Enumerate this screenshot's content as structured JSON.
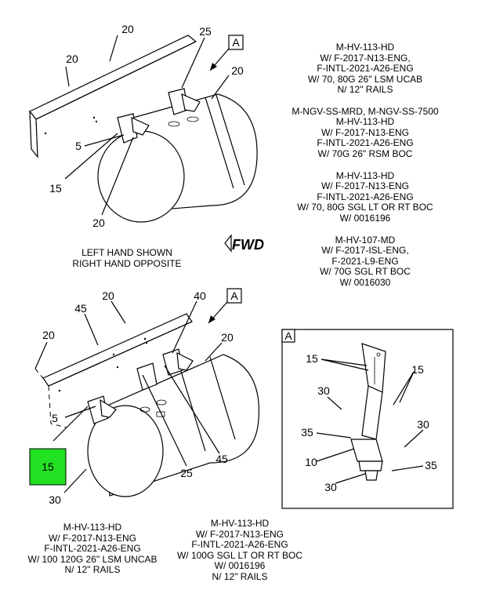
{
  "top_view": {
    "callouts": {
      "c1": "20",
      "c2": "20",
      "c3": "25",
      "c4": "20",
      "c5": "5",
      "c6": "15",
      "c7": "20"
    },
    "detail_ref": "A",
    "orientation_note": [
      "LEFT HAND SHOWN",
      "RIGHT HAND OPPOSITE"
    ],
    "fwd_label": "FWD"
  },
  "bottom_view": {
    "callouts": {
      "c1": "20",
      "c2": "45",
      "c3": "40",
      "c4": "20",
      "c5": "20",
      "c6": "5",
      "c7": "15",
      "c8": "30",
      "c9": "25",
      "c10": "45"
    },
    "detail_ref": "A",
    "highlight_color": "#22e022"
  },
  "detail_a": {
    "label": "A",
    "callouts": {
      "c1": "15",
      "c2": "15",
      "c3": "30",
      "c4": "30",
      "c5": "35",
      "c6": "10",
      "c7": "35",
      "c8": "30"
    }
  },
  "notes_right": [
    [
      "M-HV-113-HD",
      "W/ F-2017-N13-ENG,",
      "F-INTL-2021-A26-ENG",
      "W/ 70, 80G 26\" LSM UCAB",
      "N/ 12\" RAILS"
    ],
    [
      "M-NGV-SS-MRD, M-NGV-SS-7500",
      "M-HV-113-HD",
      "W/ F-2017-N13-ENG",
      "F-INTL-2021-A26-ENG",
      "W/ 70G 26\" RSM BOC"
    ],
    [
      "M-HV-113-HD",
      "W/ F-2017-N13-ENG",
      "F-INTL-2021-A26-ENG",
      "W/ 70, 80G SGL LT OR RT BOC",
      "W/ 0016196"
    ],
    [
      "M-HV-107-MD",
      "W/ F-2017-ISL-ENG,",
      "F-2021-L9-ENG",
      "W/ 70G SGL RT BOC",
      "W/ 0016030"
    ]
  ],
  "notes_bottom": [
    [
      "M-HV-113-HD",
      "W/ F-2017-N13-ENG",
      "F-INTL-2021-A26-ENG",
      "W/ 100 120G 26\" LSM UNCAB",
      "N/ 12\" RAILS"
    ],
    [
      "M-HV-113-HD",
      "W/ F-2017-N13-ENG",
      "F-INTL-2021-A26-ENG",
      "W/ 100G SGL LT OR RT BOC",
      "W/ 0016196",
      "N/ 12\" RAILS"
    ]
  ]
}
